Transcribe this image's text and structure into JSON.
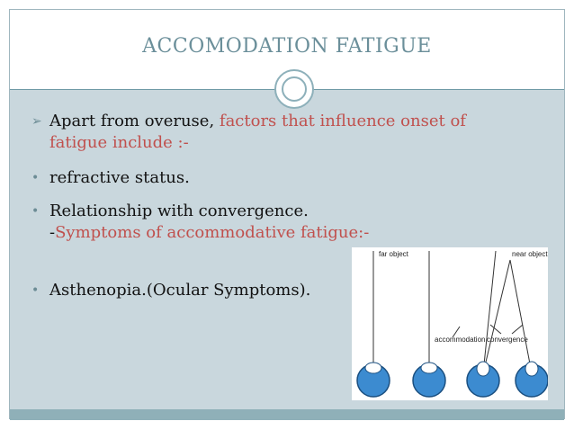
{
  "slide": {
    "title": "ACCOMODATION  FATIGUE",
    "bullets": [
      {
        "symbol": "➢",
        "text_black": "Apart from overuse, ",
        "text_red": "factors that influence onset of",
        "cont": "fatigue include :-"
      },
      {
        "symbol": "•",
        "text": "refractive status."
      },
      {
        "symbol": "•",
        "text": "Relationship with convergence.",
        "cont_black": "-",
        "cont_red": "Symptoms of accommodative fatigue:-"
      },
      {
        "symbol": "•",
        "text": "Asthenopia.(Ocular Symptoms)."
      }
    ]
  },
  "diagram": {
    "labels": {
      "far": "far object",
      "near": "near object",
      "accommodation": "accommodation",
      "convergence": "convergence"
    }
  },
  "colors": {
    "title": "#6b8f9a",
    "content_bg": "#c9d7dd",
    "accent_red": "#c0504d",
    "footer": "#8fb0b8"
  }
}
